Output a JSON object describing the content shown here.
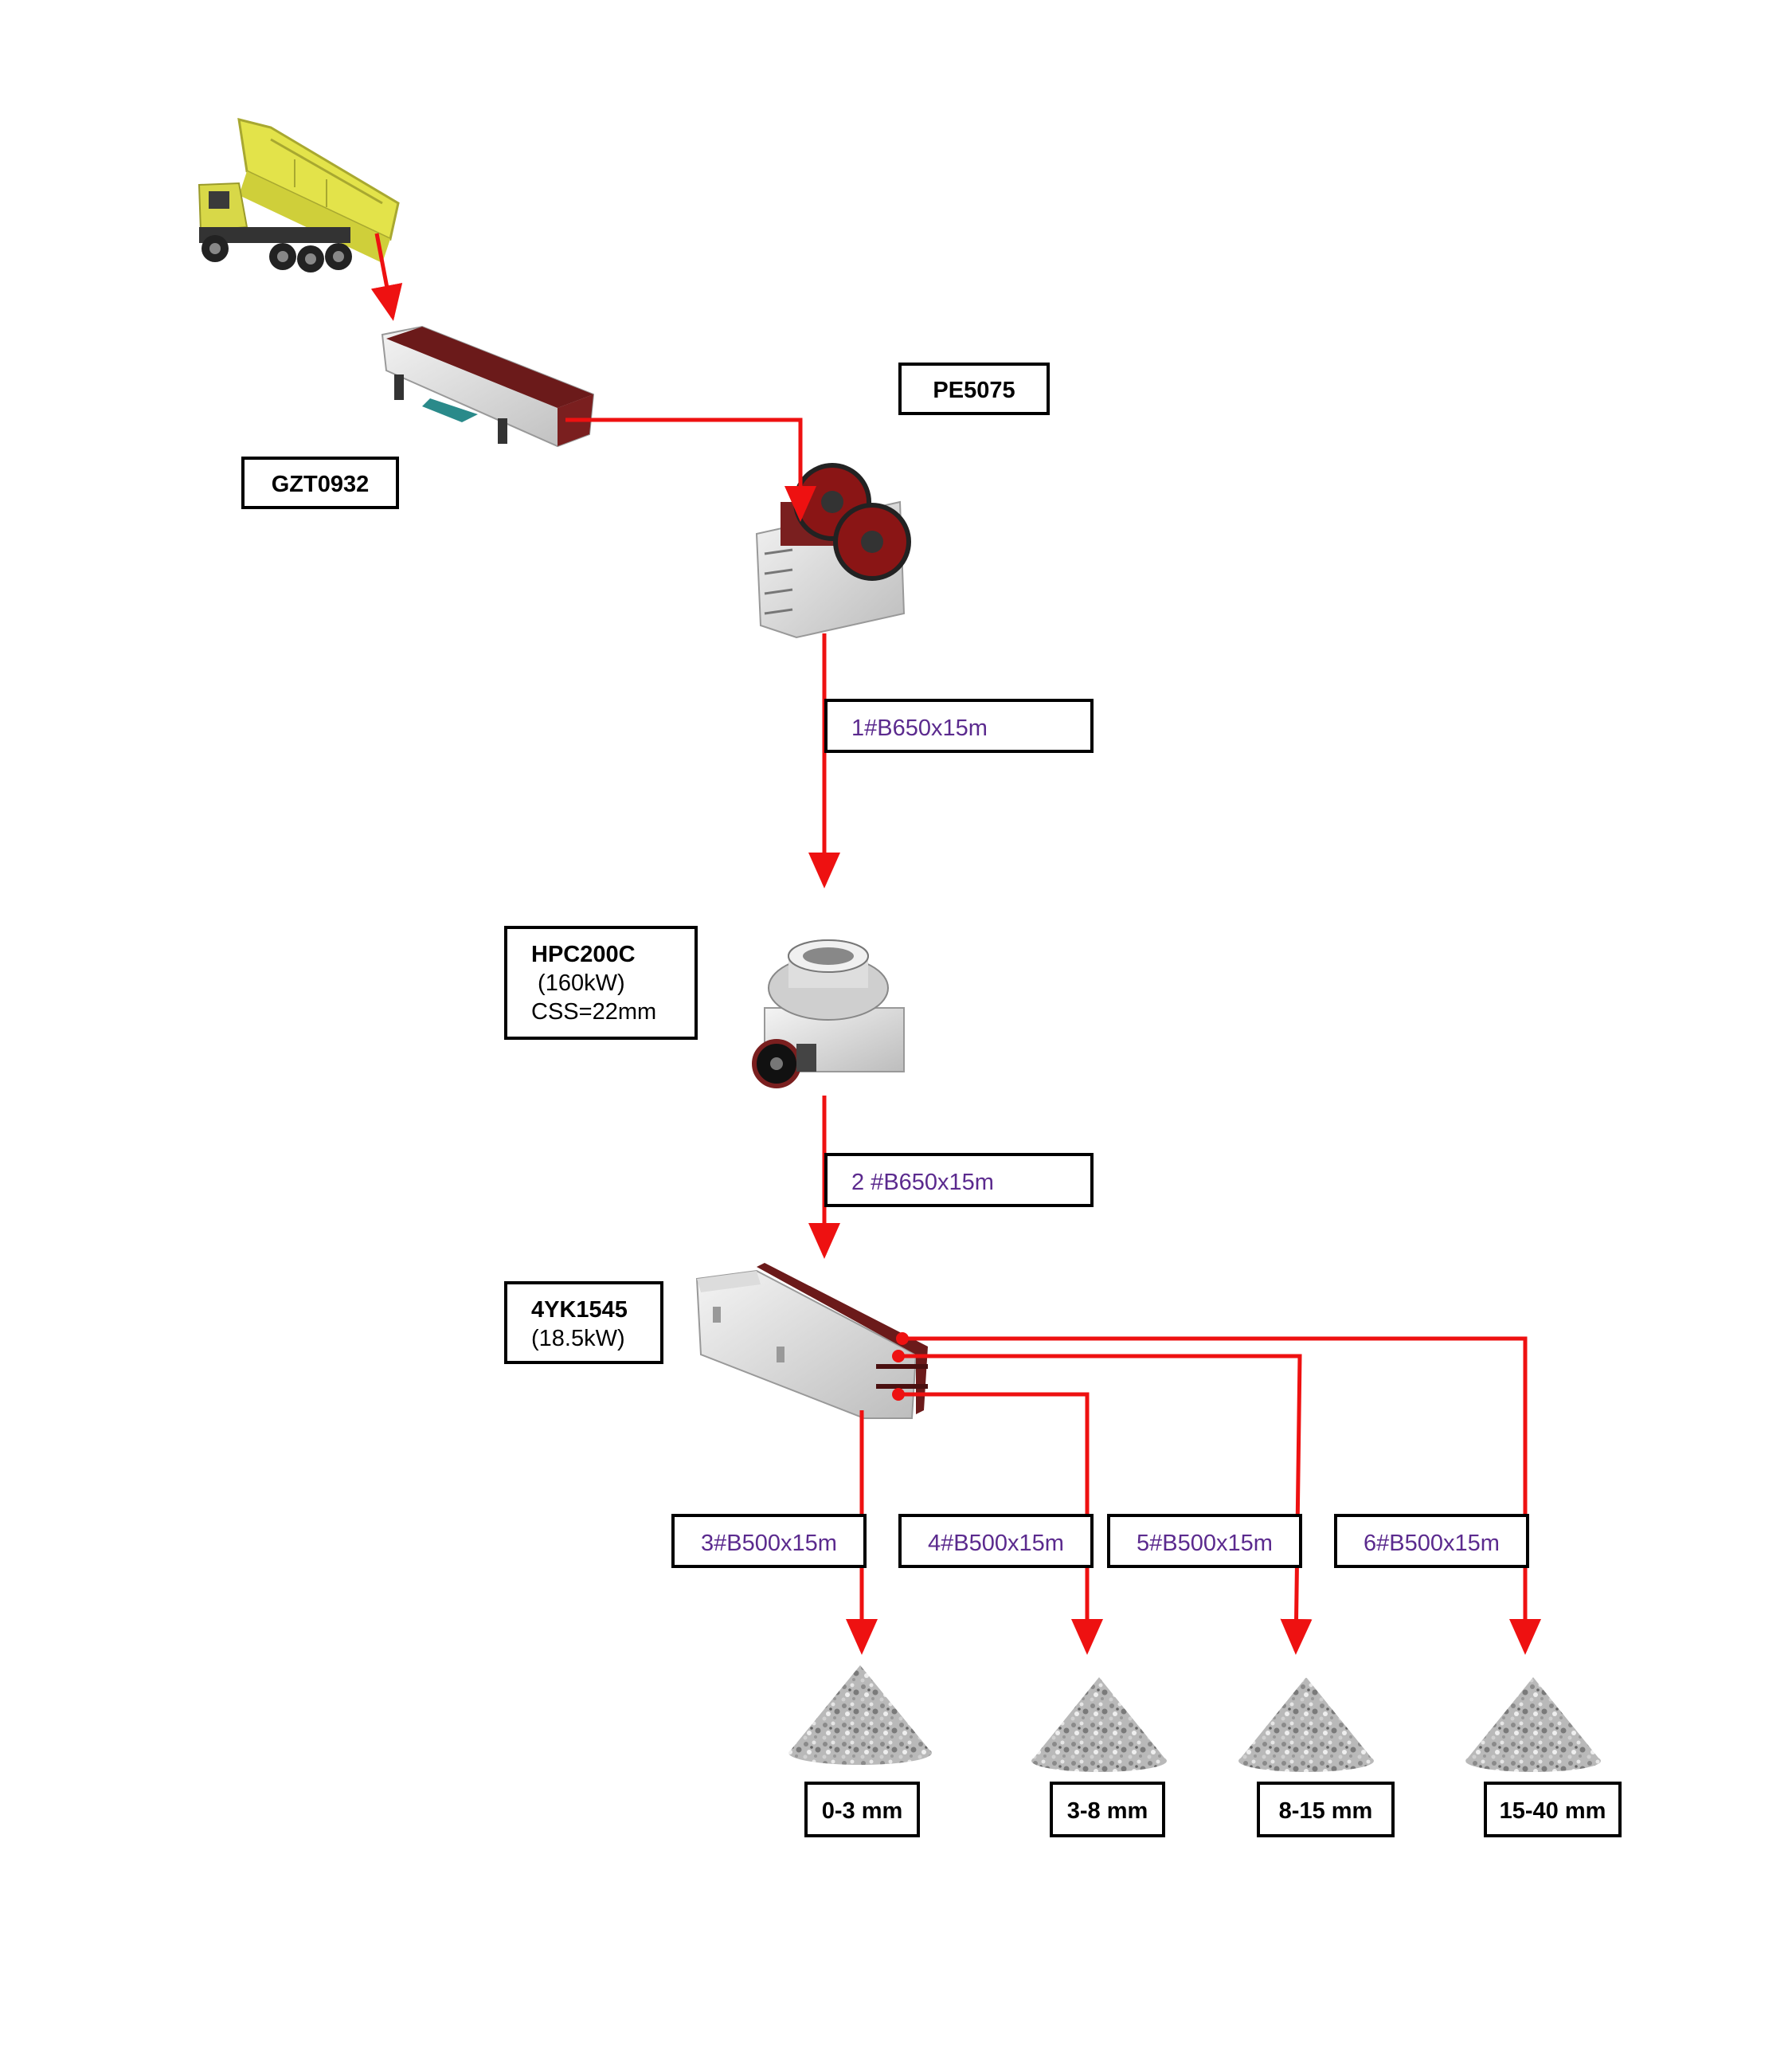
{
  "equipment": {
    "feeder": {
      "model": "GZT0932"
    },
    "jaw_crusher": {
      "model": "PE5075"
    },
    "cone_crusher": {
      "model": "HPC200C",
      "power": " (160kW)",
      "setting": "CSS=22mm"
    },
    "screen": {
      "model": "4YK1545",
      "power": "(18.5kW)"
    }
  },
  "belts": {
    "b1": "1#B650x15m",
    "b2": "2 #B650x15m",
    "b3": "3#B500x15m",
    "b4": "4#B500x15m",
    "b5": "5#B500x15m",
    "b6": "6#B500x15m"
  },
  "products": {
    "p1": "0-3 mm",
    "p2": "3-8 mm",
    "p3": "8-15 mm",
    "p4": "15-40 mm"
  },
  "colors": {
    "flow_line": "#ee1111",
    "belt_text": "#5b2a8e",
    "machine_red": "#7a1f1f",
    "machine_gray": "#d9d9d9",
    "truck_yellow": "#e3e34a"
  },
  "icons": [
    "dump-truck-icon",
    "vibrating-feeder-icon",
    "jaw-crusher-icon",
    "cone-crusher-icon",
    "vibrating-screen-icon",
    "gravel-pile-icon"
  ]
}
